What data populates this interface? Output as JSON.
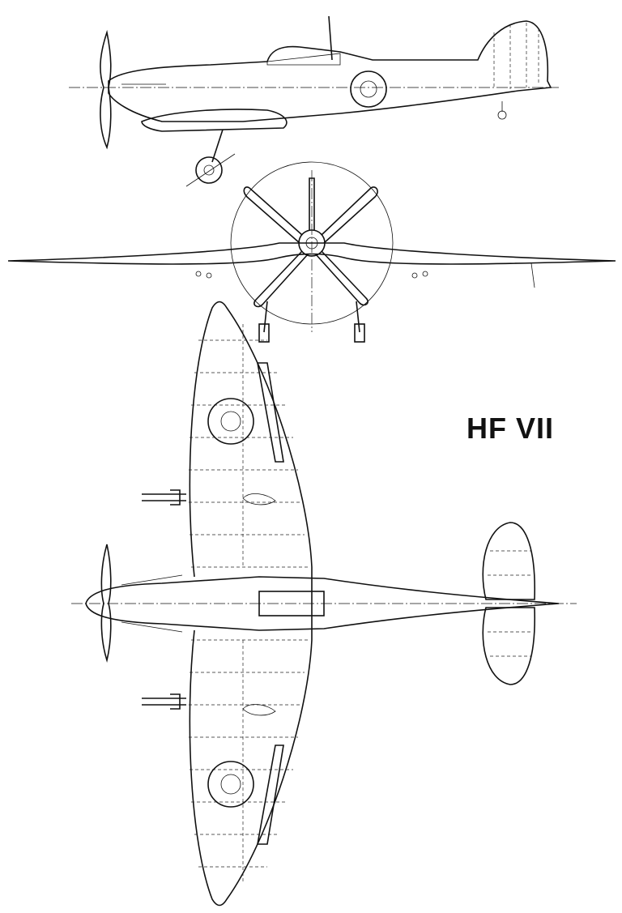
{
  "drawing": {
    "designation": "HF VII",
    "views": [
      "side-view",
      "front-view",
      "top-view"
    ]
  }
}
